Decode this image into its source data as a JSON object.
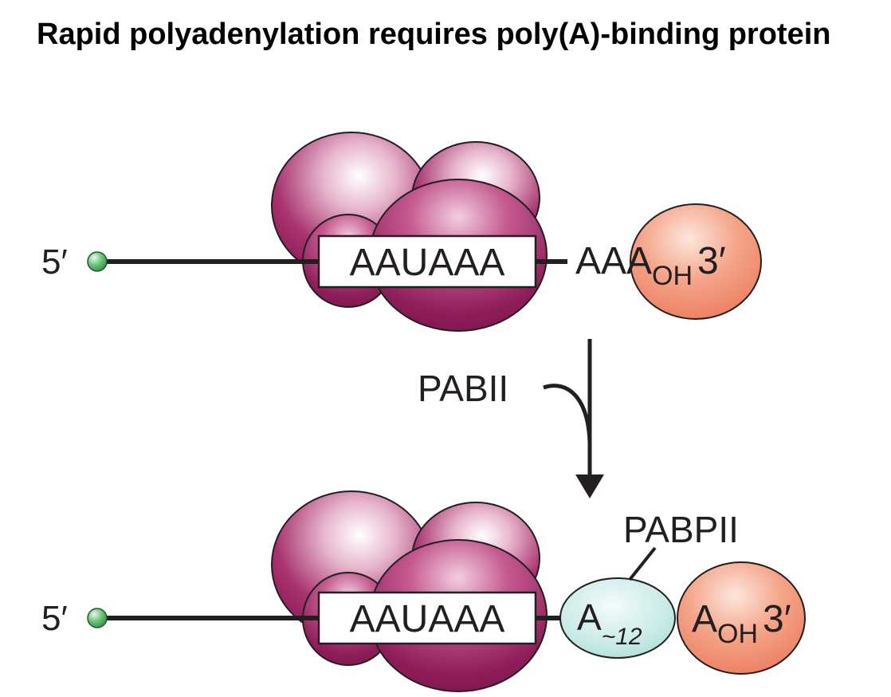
{
  "title": "Rapid polyadenylation requires poly(A)-binding protein",
  "colors": {
    "complex": "#8c1d5a",
    "cap": "#3c9a4e",
    "polymerase": "#f08a6c",
    "pabpii": "#bfe3df",
    "line": "#231f20"
  },
  "top_panel": {
    "five_prime": "5′",
    "signal": "AAUAAA",
    "tail": "AAA",
    "tail_end_subscript": "OH",
    "three_prime": "3′"
  },
  "arrow": {
    "factor": "PABII"
  },
  "bottom_panel": {
    "five_prime": "5′",
    "signal": "AAUAAA",
    "protein_label": "PABPII",
    "bound_tail": "A",
    "bound_tail_subscript": "~12",
    "tail_end": "A",
    "tail_end_subscript": "OH",
    "three_prime": "3′"
  }
}
